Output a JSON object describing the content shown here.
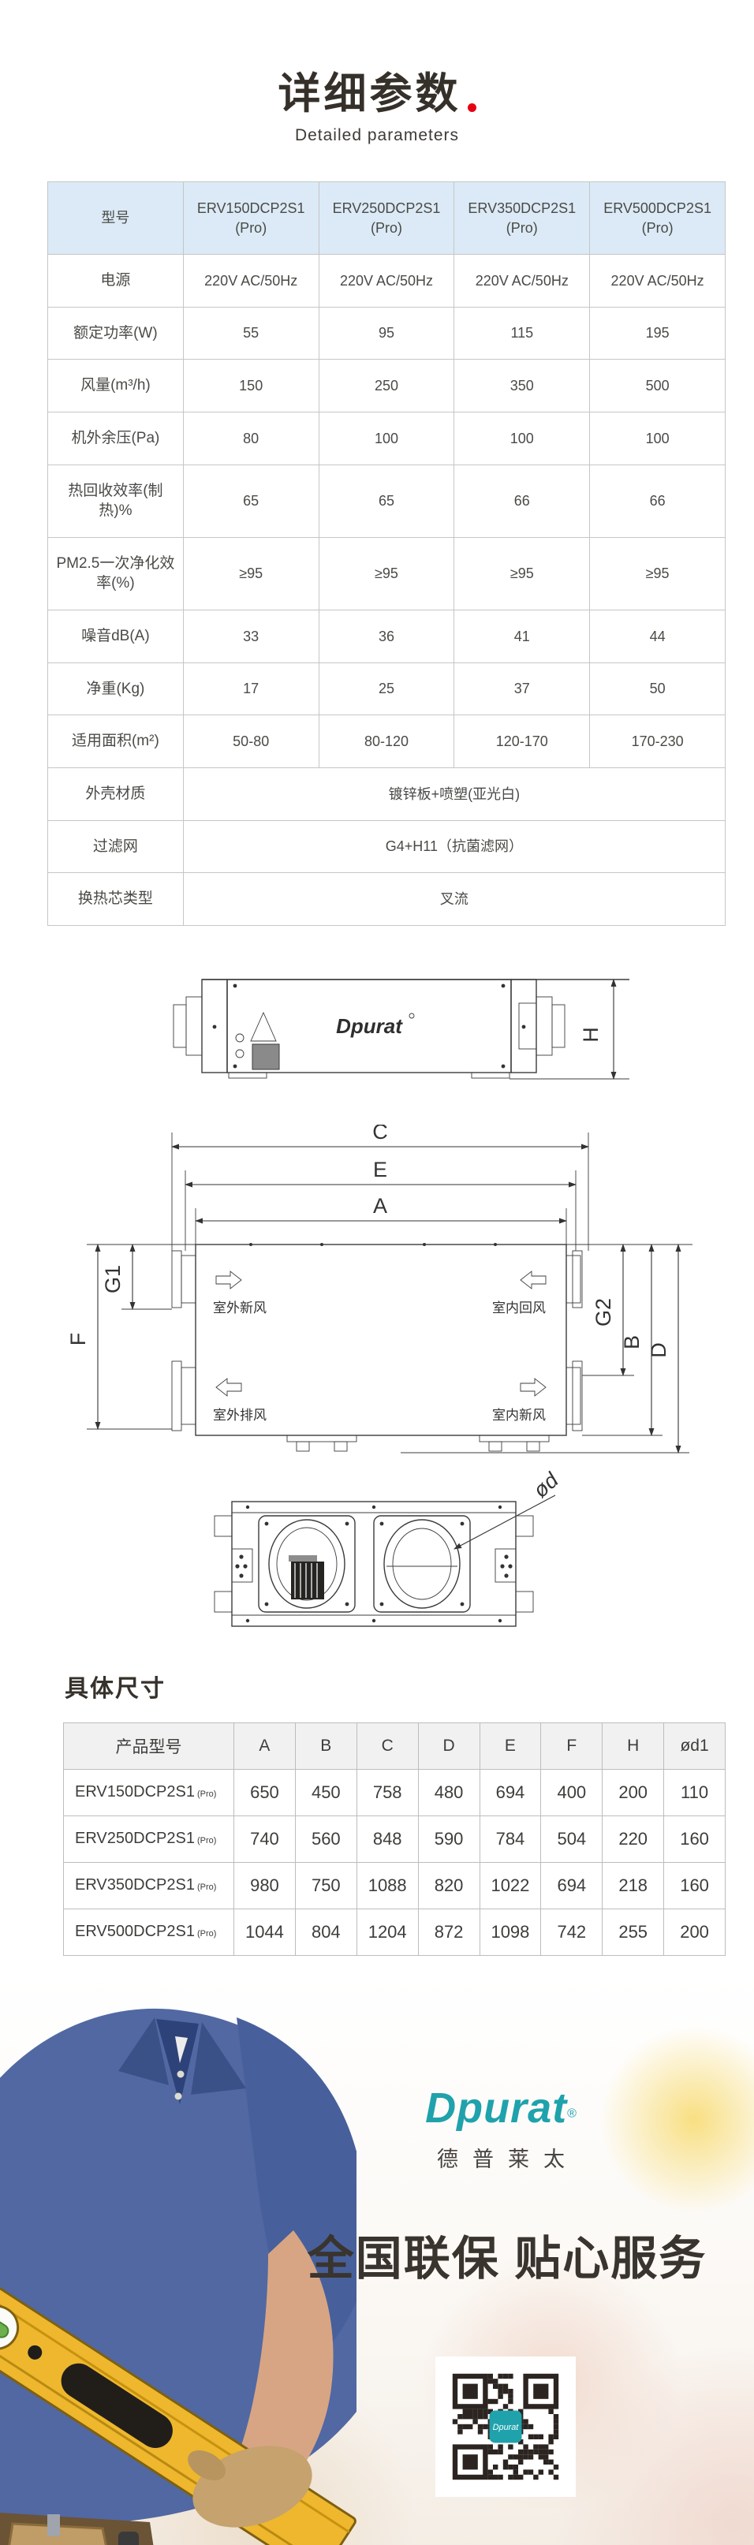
{
  "page": {
    "title": "详细参数",
    "subtitle": "Detailed parameters"
  },
  "spec_table": {
    "header_label": "型号",
    "models": [
      "ERV150DCP2S1\n(Pro)",
      "ERV250DCP2S1\n(Pro)",
      "ERV350DCP2S1\n(Pro)",
      "ERV500DCP2S1\n(Pro)"
    ],
    "rows": [
      {
        "label": "电源",
        "values": [
          "220V AC/50Hz",
          "220V AC/50Hz",
          "220V AC/50Hz",
          "220V AC/50Hz"
        ]
      },
      {
        "label": "额定功率(W)",
        "values": [
          "55",
          "95",
          "115",
          "195"
        ]
      },
      {
        "label": "风量(m³/h)",
        "values": [
          "150",
          "250",
          "350",
          "500"
        ]
      },
      {
        "label": "机外余压(Pa)",
        "values": [
          "80",
          "100",
          "100",
          "100"
        ]
      },
      {
        "label": "热回收效率(制热)%",
        "values": [
          "65",
          "65",
          "66",
          "66"
        ]
      },
      {
        "label": "PM2.5一次净化效率(%)",
        "values": [
          "≥95",
          "≥95",
          "≥95",
          "≥95"
        ]
      },
      {
        "label": "噪音dB(A)",
        "values": [
          "33",
          "36",
          "41",
          "44"
        ]
      },
      {
        "label": "净重(Kg)",
        "values": [
          "17",
          "25",
          "37",
          "50"
        ]
      },
      {
        "label": "适用面积(m²)",
        "values": [
          "50-80",
          "80-120",
          "120-170",
          "170-230"
        ]
      },
      {
        "label": "外壳材质",
        "span_value": "镀锌板+喷塑(亚光白)"
      },
      {
        "label": "过滤网",
        "span_value": "G4+H11（抗菌滤网）"
      },
      {
        "label": "换热芯类型",
        "span_value": "叉流"
      }
    ]
  },
  "drawings": {
    "logo": "Dpurat",
    "dim_h": "H",
    "dim_c": "C",
    "dim_e": "E",
    "dim_a": "A",
    "dim_f": "F",
    "dim_g1": "G1",
    "dim_g2": "G2",
    "dim_b": "B",
    "dim_d": "D",
    "dim_od": "ød",
    "flow_top_left": "室外新风",
    "flow_top_right": "室内回风",
    "flow_bottom_left": "室外排风",
    "flow_bottom_right": "室内新风"
  },
  "dims_section": {
    "heading": "具体尺寸",
    "headers": [
      "产品型号",
      "A",
      "B",
      "C",
      "D",
      "E",
      "F",
      "H",
      "ød1"
    ],
    "rows": [
      {
        "model": "ERV150DCP2S1",
        "suffix": "(Pro)",
        "values": [
          "650",
          "450",
          "758",
          "480",
          "694",
          "400",
          "200",
          "110"
        ]
      },
      {
        "model": "ERV250DCP2S1",
        "suffix": "(Pro)",
        "values": [
          "740",
          "560",
          "848",
          "590",
          "784",
          "504",
          "220",
          "160"
        ]
      },
      {
        "model": "ERV350DCP2S1",
        "suffix": "(Pro)",
        "values": [
          "980",
          "750",
          "1088",
          "820",
          "1022",
          "694",
          "218",
          "160"
        ]
      },
      {
        "model": "ERV500DCP2S1",
        "suffix": "(Pro)",
        "values": [
          "1044",
          "804",
          "1204",
          "872",
          "1098",
          "742",
          "255",
          "200"
        ]
      }
    ]
  },
  "footer": {
    "brand_logo": "Dpurat",
    "brand_reg": "®",
    "brand_cn": "德普莱太",
    "slogan": "全国联保 贴心服务",
    "qr_center_label": "Dpurat",
    "colors": {
      "teal": "#1fa2ac",
      "accent_red": "#e60012",
      "table_header_blue": "#dbeaf6"
    }
  }
}
